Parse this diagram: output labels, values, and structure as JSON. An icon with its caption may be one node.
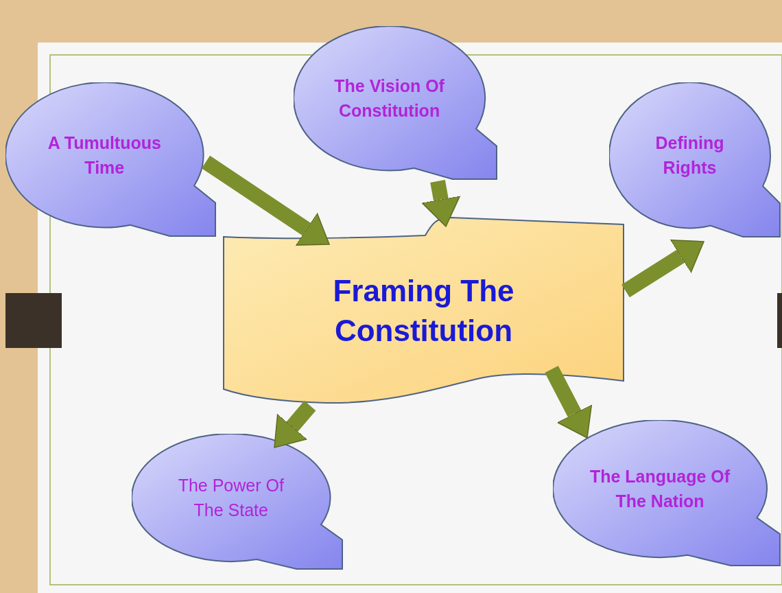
{
  "diagram": {
    "nodes": [
      {
        "text": [
          "Framing The Constitution"
        ]
      },
      {
        "text": [
          "A Tumultuous Time"
        ]
      },
      {
        "text": [
          "The Vision Of Constitution"
        ]
      },
      {
        "text": [
          "Defining Rights"
        ]
      },
      {
        "text": [
          "The Power Of The State"
        ]
      },
      {
        "text": [
          "The Language Of The Nation"
        ]
      }
    ],
    "edges": [
      {
        "from": 1,
        "to": 0,
        "arrow": "to"
      },
      {
        "from": 2,
        "to": 0,
        "arrow": "to"
      },
      {
        "from": 0,
        "to": 3,
        "arrow": "to"
      },
      {
        "from": 0,
        "to": 4,
        "arrow": "to"
      },
      {
        "from": 0,
        "to": 5,
        "arrow": "to"
      }
    ]
  }
}
